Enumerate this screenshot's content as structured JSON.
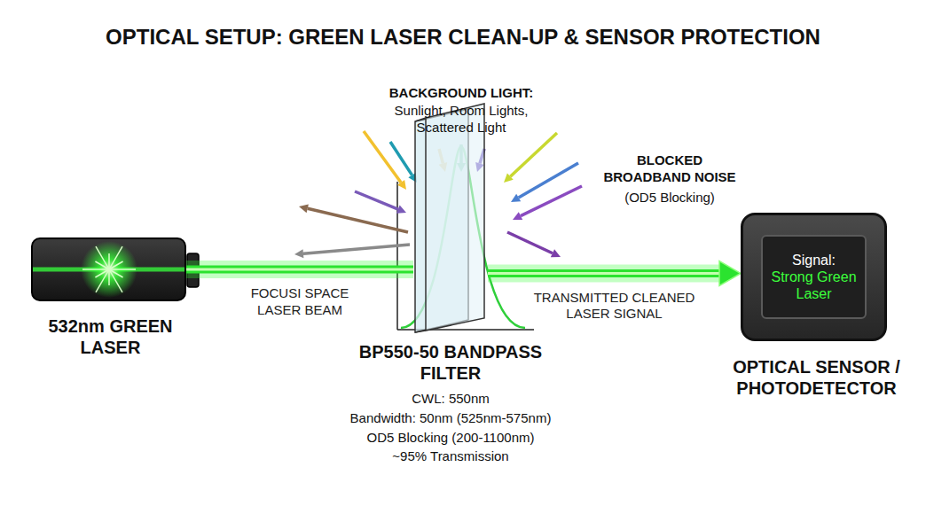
{
  "diagram": {
    "title": "OPTICAL SETUP: GREEN LASER CLEAN-UP & SENSOR PROTECTION",
    "nodes": [
      {
        "text": [
          "532nm GREEN LASER"
        ]
      },
      {
        "text": [
          "BP550-50 BANDPASS FILTER",
          "CWL: 550nm",
          "Bandwidth: 50nm (525nm-575nm)",
          "OD5 Blocking (200-1100nm)",
          "~95% Transmission"
        ]
      },
      {
        "text": [
          "OPTICAL SENSOR / PHOTODETECTOR"
        ]
      },
      {
        "text": [
          "Signal:",
          "Strong Green Laser"
        ],
        "in": 2
      }
    ],
    "edges": [
      {
        "from": 0,
        "to": 1,
        "label": "FOCUSI SPACE LASER BEAM",
        "arrow": "none"
      },
      {
        "from": 1,
        "to": 2,
        "label": "TRANSMITTED CLEANED LASER SIGNAL",
        "arrow": "to"
      }
    ],
    "labels": [
      "BACKGROUND LIGHT:",
      "Sunlight, Room Lights, Scattered Light",
      "BLOCKED BROADBAND NOISE",
      "(OD5 Blocking)"
    ]
  }
}
